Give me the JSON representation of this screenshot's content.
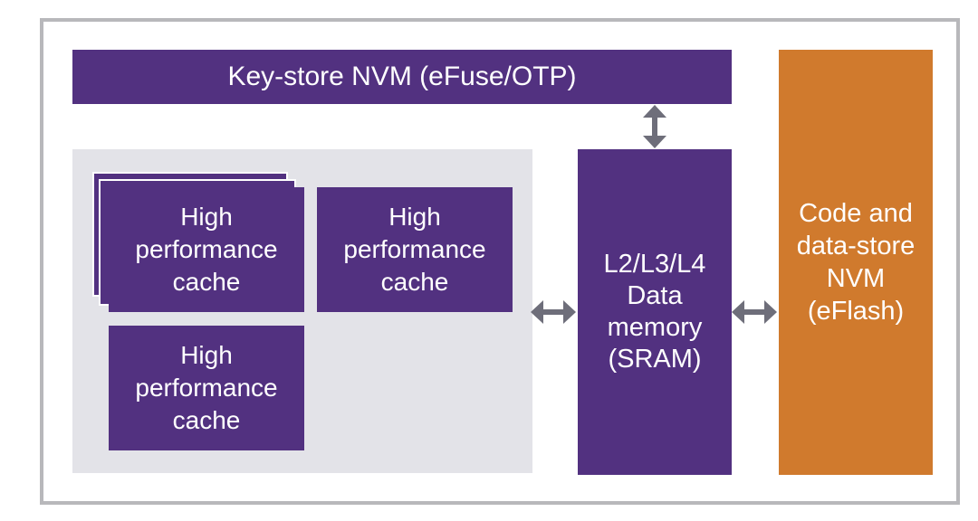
{
  "keystore": {
    "label": "Key-store NVM (eFuse/OTP)"
  },
  "caches": [
    {
      "lines": [
        "High",
        "performance",
        "cache"
      ]
    },
    {
      "lines": [
        "High",
        "performance",
        "cache"
      ]
    },
    {
      "lines": [
        "High",
        "performance",
        "cache"
      ]
    }
  ],
  "sram": {
    "lines": [
      "L2/L3/L4",
      "Data",
      "memory",
      "(SRAM)"
    ]
  },
  "eflash": {
    "lines": [
      "Code and",
      "data-store",
      "NVM",
      "(eFlash)"
    ]
  },
  "colors": {
    "purple": "#523180",
    "orange": "#d07a2d",
    "cluster_bg": "#e3e3e8",
    "arrow": "#6e6e7a",
    "frame": "#b8b8bb"
  }
}
